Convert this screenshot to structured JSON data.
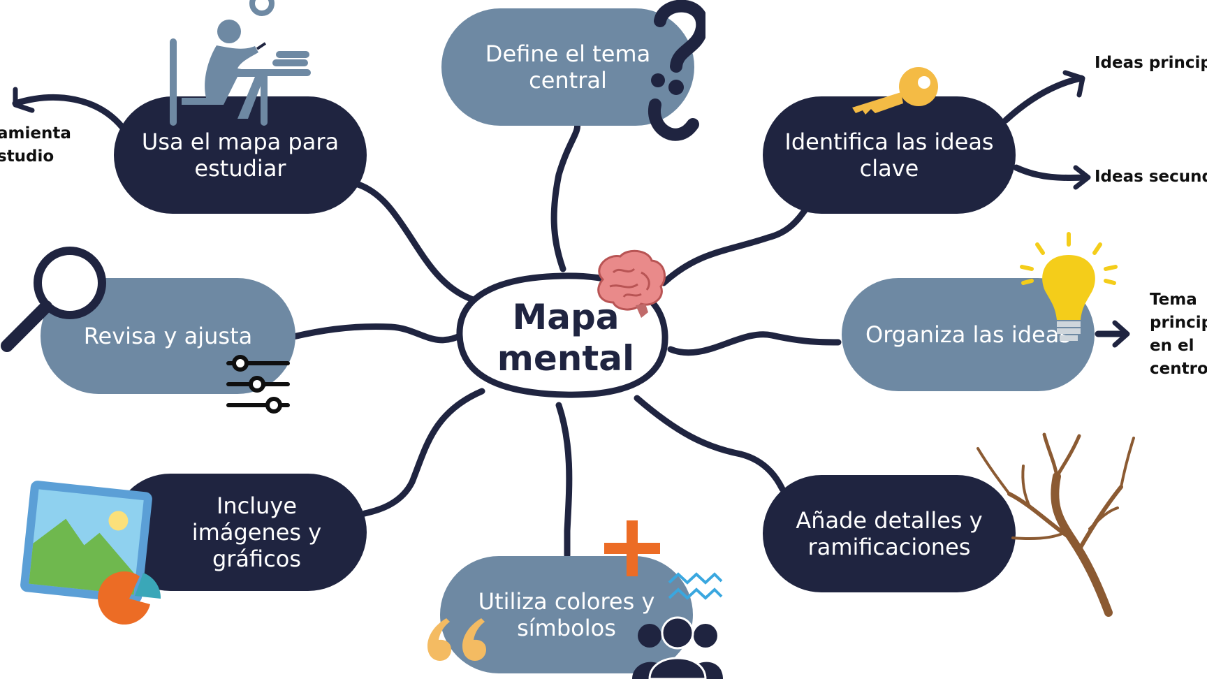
{
  "colors": {
    "dark": "#1f2440",
    "light": "#6e89a3",
    "accent_key": "#f4bb45",
    "accent_bulb": "#f4cd1a",
    "accent_orange": "#ec6c25",
    "tree": "#8b5a32"
  },
  "center": {
    "title": "Mapa mental",
    "icon": "brain-icon"
  },
  "branches": [
    {
      "label": "Define el tema central",
      "icon": "question-mark-icon"
    },
    {
      "label": "Identifica las ideas clave",
      "icon": "key-icon"
    },
    {
      "label": "Organiza las ideas",
      "icon": "lightbulb-icon"
    },
    {
      "label": "Añade detalles y ramificaciones",
      "icon": "tree-branch-icon"
    },
    {
      "label": "Utiliza colores y símbolos",
      "icon": "plus-icon"
    },
    {
      "label": "Incluye imágenes y gráficos",
      "icon": "picture-icon"
    },
    {
      "label": "Revisa y ajusta",
      "icon": "magnifier-icon"
    },
    {
      "label": "Usa el mapa para estudiar",
      "icon": "student-desk-icon"
    }
  ],
  "side_notes": {
    "tool": [
      "amienta",
      "studio"
    ],
    "main_ideas": "Ideas principa",
    "secondary_ideas": "Ideas secunda",
    "central_topic": [
      "Tema",
      "princip",
      "en el",
      "centro"
    ]
  }
}
